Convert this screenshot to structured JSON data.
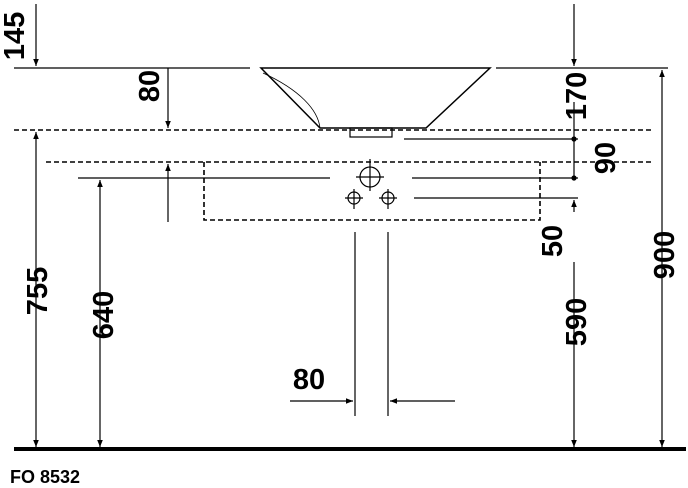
{
  "drawing_code": "FO 8532",
  "dimensions": {
    "rim_to_top": "145",
    "basin_overhang": "80",
    "basin_height": "170",
    "counter_to_supply": "90",
    "supply_to_waste": "50",
    "counter_height": "755",
    "cabinet_underside": "640",
    "waste_height": "590",
    "overall_height": "900",
    "drain_pipe_width": "80"
  }
}
